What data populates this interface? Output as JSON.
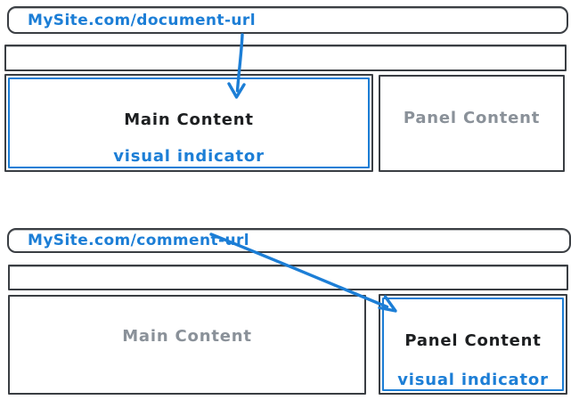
{
  "colors": {
    "accent_blue": "#1c7ed6",
    "stroke_dark": "#3a3e43",
    "muted_gray": "#8a9199",
    "background": "#ffffff"
  },
  "figures": [
    {
      "url": "MySite.com/document-url",
      "main_box": {
        "label": "Main Content",
        "indicator": "visual indicator",
        "highlighted": true
      },
      "panel_box": {
        "label": "Panel Content",
        "highlighted": false
      },
      "arrow": "url-to-main-content"
    },
    {
      "url": "MySite.com/comment-url",
      "main_box": {
        "label": "Main Content",
        "highlighted": false
      },
      "panel_box": {
        "label": "Panel Content",
        "indicator": "visual indicator",
        "highlighted": true
      },
      "arrow": "url-to-panel-content"
    }
  ]
}
